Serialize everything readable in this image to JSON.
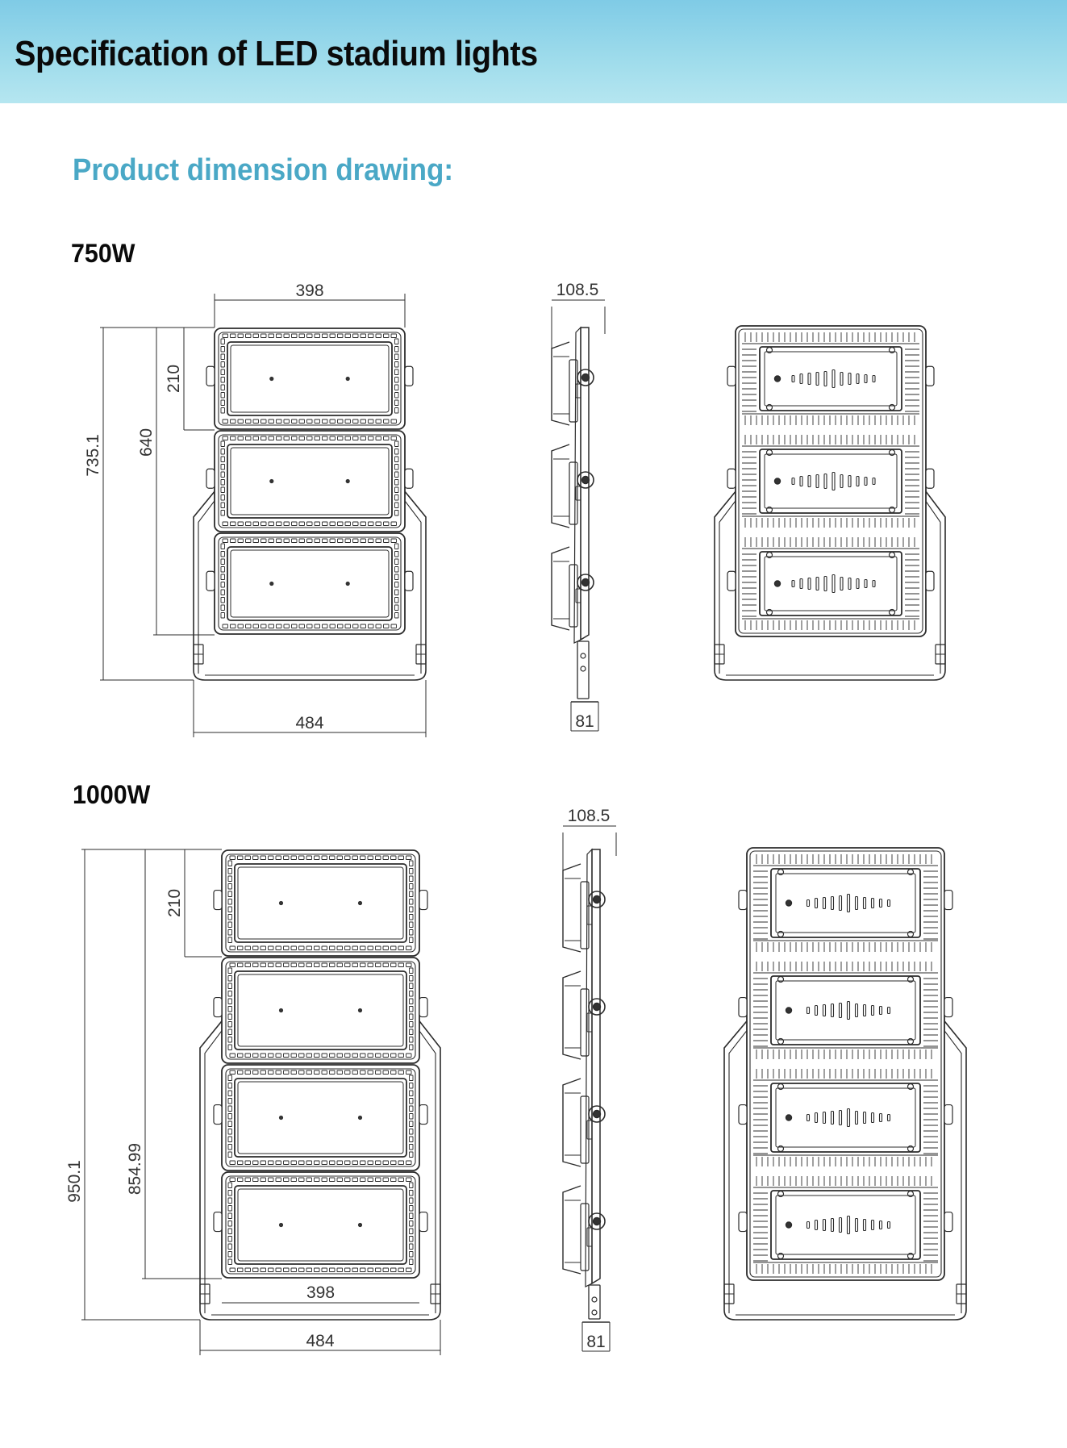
{
  "header": {
    "title": "Specification of LED stadium lights"
  },
  "section": {
    "title": "Product dimension drawing:"
  },
  "models": [
    {
      "label": "750W",
      "modules": 3,
      "dimensions": {
        "front_width_top": "398",
        "front_width_bottom": "484",
        "module_height": "210",
        "body_height": "640",
        "total_height": "735.1",
        "side_depth": "108.5",
        "bracket_width": "81"
      }
    },
    {
      "label": "1000W",
      "modules": 4,
      "dimensions": {
        "front_width_top": "398",
        "front_width_bottom": "484",
        "module_height": "210",
        "body_height": "854.99",
        "total_height": "950.1",
        "side_depth": "108.5",
        "bracket_width": "81"
      }
    }
  ],
  "colors": {
    "header_gradient_top": "#7fcbe6",
    "header_gradient_bottom": "#b5e6f0",
    "section_title": "#4aa8c6",
    "line": "#2b2b2b"
  }
}
